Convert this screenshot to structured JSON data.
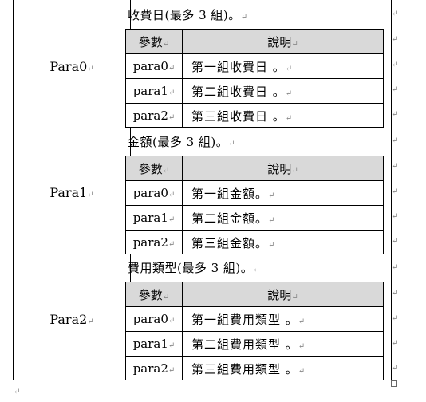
{
  "rows": [
    {
      "param": "Para0",
      "description": "收費日(最多 3 組)。",
      "table": {
        "headers": [
          "參數",
          "說明"
        ],
        "rows": [
          [
            "para0",
            "第一組收費日 。"
          ],
          [
            "para1",
            "第二組收費日 。"
          ],
          [
            "para2",
            "第三組收費日 。"
          ]
        ]
      }
    },
    {
      "param": "Para1",
      "description": "金額(最多 3 組)。",
      "table": {
        "headers": [
          "參數",
          "說明"
        ],
        "rows": [
          [
            "para0",
            "第一組金額。"
          ],
          [
            "para1",
            "第二組金額。"
          ],
          [
            "para2",
            "第三組金額。"
          ]
        ]
      }
    },
    {
      "param": "Para2",
      "description": "費用類型(最多 3 組)。",
      "table": {
        "headers": [
          "參數",
          "說明"
        ],
        "rows": [
          [
            "para0",
            "第一組費用類型 。"
          ],
          [
            "para1",
            "第二組費用類型 。"
          ],
          [
            "para2",
            "第三組費用類型 。"
          ]
        ]
      }
    }
  ],
  "marks": {
    "paragraph": "↵"
  }
}
